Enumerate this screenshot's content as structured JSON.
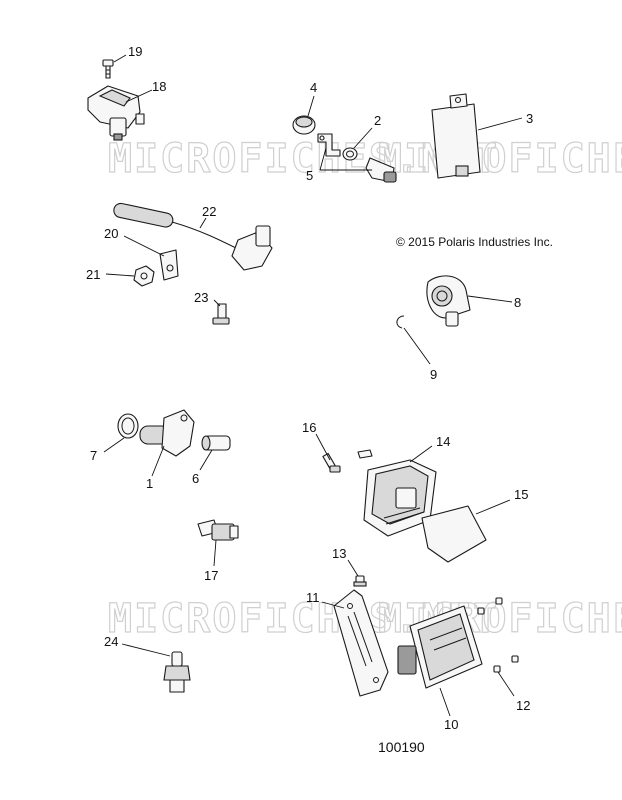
{
  "watermark": "MICROFICHES.NET",
  "copyright": "© 2015 Polaris Industries Inc.",
  "document_number": "100190",
  "callouts": {
    "c1": "1",
    "c2": "2",
    "c3": "3",
    "c4": "4",
    "c5": "5",
    "c6": "6",
    "c7": "7",
    "c8": "8",
    "c9": "9",
    "c10": "10",
    "c11": "11",
    "c12": "12",
    "c13": "13",
    "c14": "14",
    "c15": "15",
    "c16": "16",
    "c17": "17",
    "c18": "18",
    "c19": "19",
    "c20": "20",
    "c21": "21",
    "c22": "22",
    "c23": "23",
    "c24": "24"
  }
}
